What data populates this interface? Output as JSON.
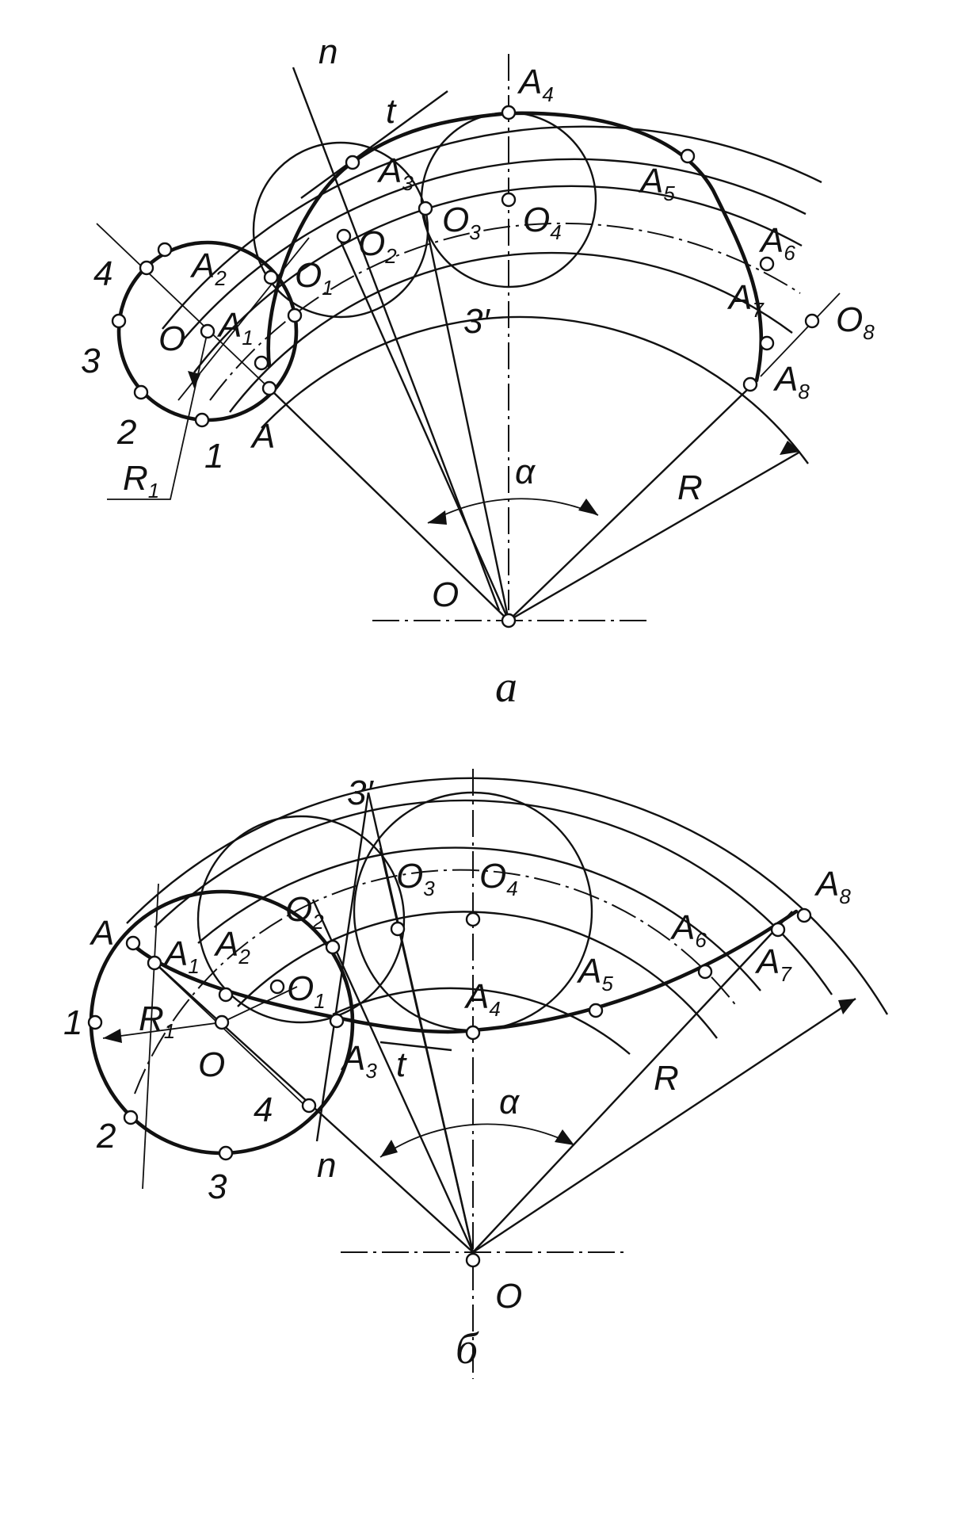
{
  "figure_a": {
    "caption": "а",
    "labels": {
      "n": "n",
      "t": "t",
      "A": "A",
      "O": "O",
      "O_small": "O",
      "R": "R",
      "R1": "R",
      "R1_sub": "1",
      "alpha": "α",
      "three_prime": "3′",
      "num1": "1",
      "num2": "2",
      "num3": "3",
      "num4": "4",
      "A1": "A",
      "A1_sub": "1",
      "A2": "A",
      "A2_sub": "2",
      "A3": "A",
      "A3_sub": "3",
      "A4": "A",
      "A4_sub": "4",
      "A5": "A",
      "A5_sub": "5",
      "A6": "A",
      "A6_sub": "6",
      "A7": "A",
      "A7_sub": "7",
      "A8": "A",
      "A8_sub": "8",
      "O1": "O",
      "O1_sub": "1",
      "O2": "O",
      "O2_sub": "2",
      "O3": "O",
      "O3_sub": "3",
      "O4": "O",
      "O4_sub": "4",
      "O8": "O",
      "O8_sub": "8"
    }
  },
  "figure_b": {
    "caption": "б",
    "labels": {
      "n": "n",
      "t": "t",
      "A": "A",
      "O": "O",
      "O_small": "O",
      "R": "R",
      "R1": "R",
      "R1_sub": "1",
      "alpha": "α",
      "three_prime": "3′",
      "num1": "1",
      "num2": "2",
      "num3": "3",
      "num4": "4",
      "A1": "A",
      "A1_sub": "1",
      "A2": "A",
      "A2_sub": "2",
      "A3": "A",
      "A3_sub": "3",
      "A4": "A",
      "A4_sub": "4",
      "A5": "A",
      "A5_sub": "5",
      "A6": "A",
      "A6_sub": "6",
      "A7": "A",
      "A7_sub": "7",
      "A8": "A",
      "A8_sub": "8",
      "O1": "O",
      "O1_sub": "1",
      "O2": "O",
      "O2_sub": "2",
      "O3": "O",
      "O3_sub": "3",
      "O4": "O",
      "O4_sub": "4"
    }
  }
}
